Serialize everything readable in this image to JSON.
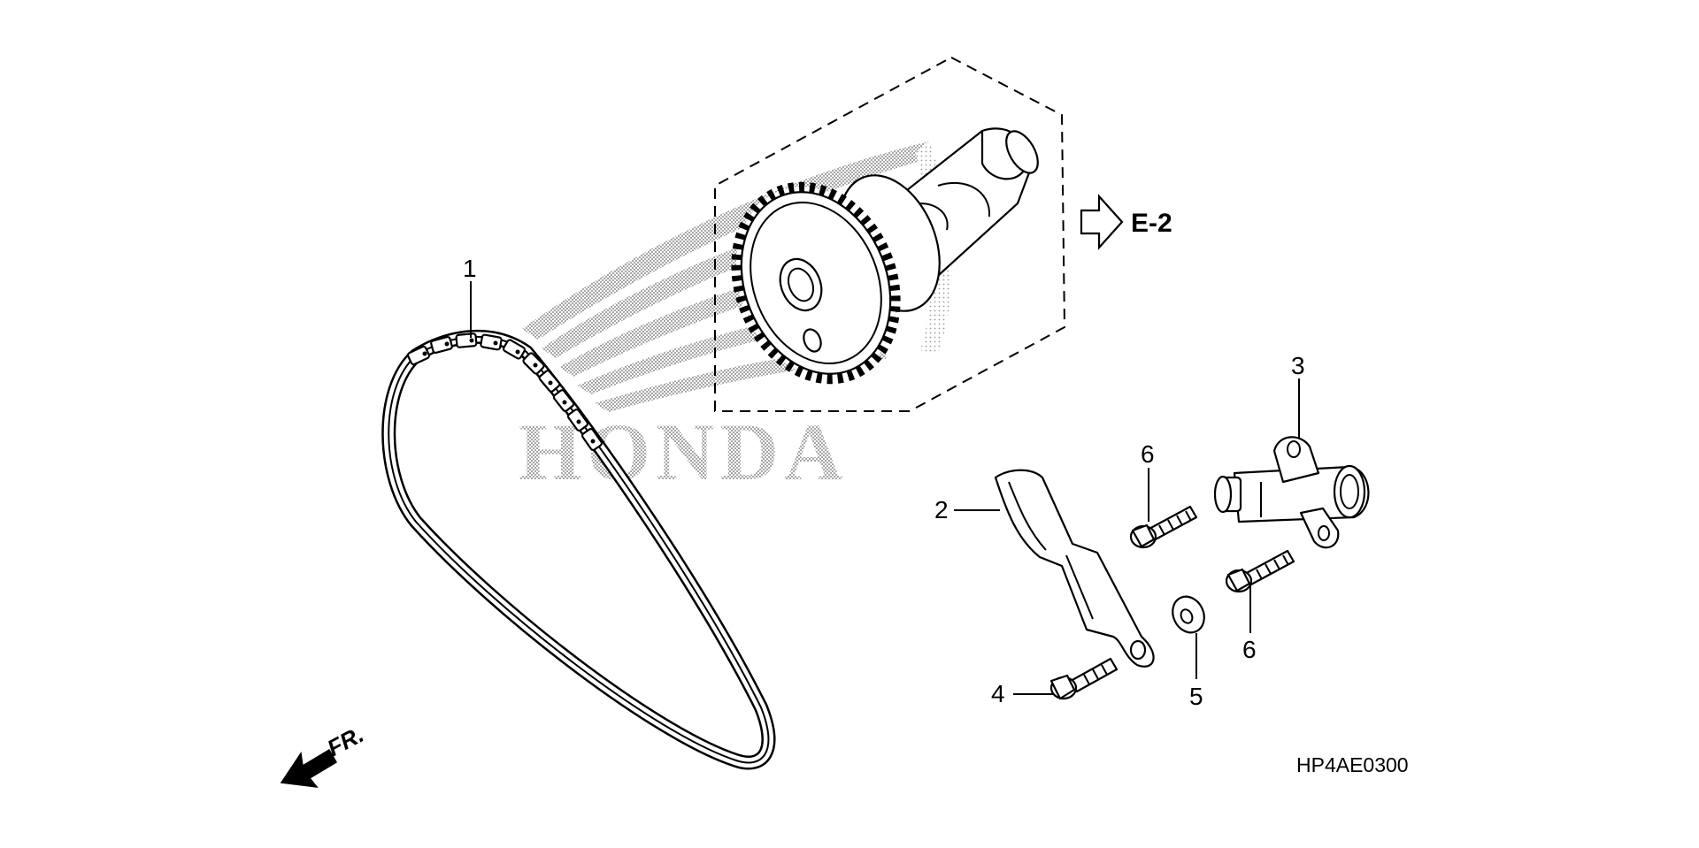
{
  "watermark": {
    "brand": "HONDA",
    "wing_icon": "honda-wing-icon"
  },
  "reference": {
    "section": "E-2",
    "arrow_icon": "outline-right-arrow-icon"
  },
  "front_indicator": {
    "label": "FR.",
    "arrow_icon": "front-direction-arrow-icon"
  },
  "diagram_code": "HP4AE0300",
  "callouts": [
    {
      "id": "1",
      "label": "1"
    },
    {
      "id": "2",
      "label": "2"
    },
    {
      "id": "3",
      "label": "3"
    },
    {
      "id": "4",
      "label": "4"
    },
    {
      "id": "5",
      "label": "5"
    },
    {
      "id": "6a",
      "label": "6"
    },
    {
      "id": "6b",
      "label": "6"
    }
  ],
  "parts": [
    {
      "name": "cam-chain",
      "icon": "chain-icon"
    },
    {
      "name": "tensioner-slipper",
      "icon": "slipper-icon"
    },
    {
      "name": "tensioner-lifter",
      "icon": "lifter-icon"
    },
    {
      "name": "flange-bolt",
      "icon": "bolt-icon"
    },
    {
      "name": "washer",
      "icon": "washer-icon"
    },
    {
      "name": "camshaft-sprocket",
      "icon": "gear-icon"
    }
  ],
  "colors": {
    "line": "#000000",
    "background": "#ffffff",
    "watermark_dot": "#8a8a8a"
  }
}
